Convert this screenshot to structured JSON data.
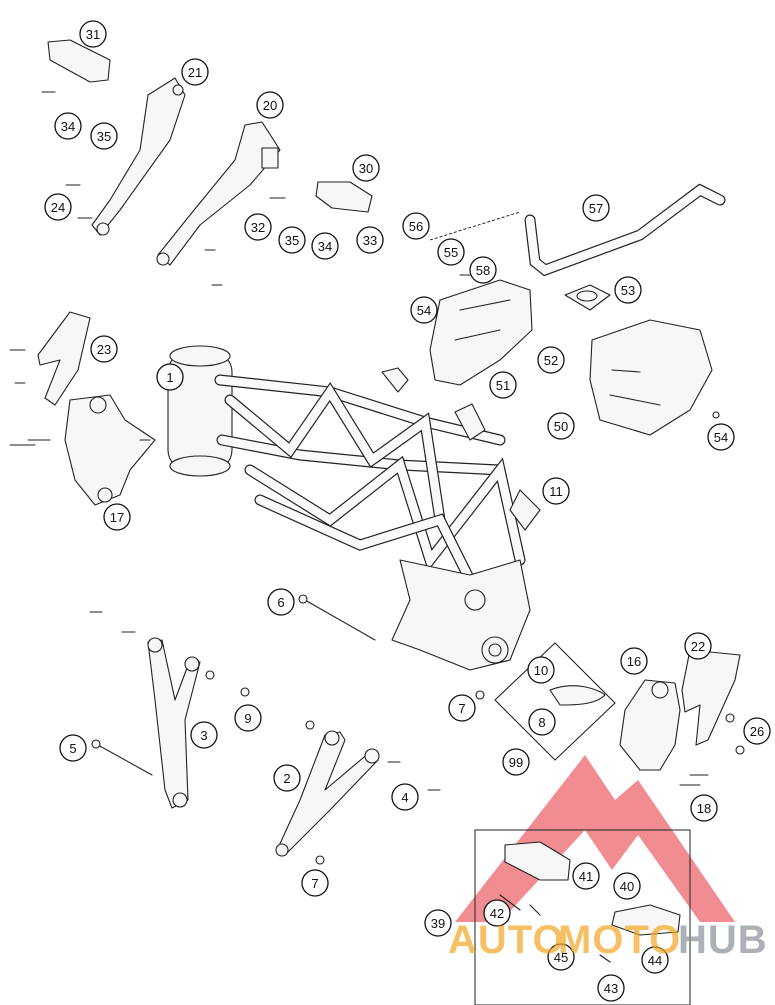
{
  "diagram": {
    "callouts": [
      {
        "id": "c31",
        "label": "31"
      },
      {
        "id": "c21",
        "label": "21"
      },
      {
        "id": "c34a",
        "label": "34"
      },
      {
        "id": "c35a",
        "label": "35"
      },
      {
        "id": "c24",
        "label": "24"
      },
      {
        "id": "c20",
        "label": "20"
      },
      {
        "id": "c30",
        "label": "30"
      },
      {
        "id": "c32",
        "label": "32"
      },
      {
        "id": "c35b",
        "label": "35"
      },
      {
        "id": "c34b",
        "label": "34"
      },
      {
        "id": "c33",
        "label": "33"
      },
      {
        "id": "c56",
        "label": "56"
      },
      {
        "id": "c55",
        "label": "55"
      },
      {
        "id": "c57",
        "label": "57"
      },
      {
        "id": "c58",
        "label": "58"
      },
      {
        "id": "c53",
        "label": "53"
      },
      {
        "id": "c54a",
        "label": "54"
      },
      {
        "id": "c52",
        "label": "52"
      },
      {
        "id": "c51",
        "label": "51"
      },
      {
        "id": "c50",
        "label": "50"
      },
      {
        "id": "c54b",
        "label": "54"
      },
      {
        "id": "c11",
        "label": "11"
      },
      {
        "id": "c23",
        "label": "23"
      },
      {
        "id": "c1",
        "label": "1"
      },
      {
        "id": "c17",
        "label": "17"
      },
      {
        "id": "c6",
        "label": "6"
      },
      {
        "id": "c10",
        "label": "10"
      },
      {
        "id": "c16",
        "label": "16"
      },
      {
        "id": "c22",
        "label": "22"
      },
      {
        "id": "c7a",
        "label": "7"
      },
      {
        "id": "c8",
        "label": "8"
      },
      {
        "id": "c9",
        "label": "9"
      },
      {
        "id": "c3",
        "label": "3"
      },
      {
        "id": "c5",
        "label": "5"
      },
      {
        "id": "c26",
        "label": "26"
      },
      {
        "id": "c99",
        "label": "99"
      },
      {
        "id": "c2",
        "label": "2"
      },
      {
        "id": "c4",
        "label": "4"
      },
      {
        "id": "c18",
        "label": "18"
      },
      {
        "id": "c7b",
        "label": "7"
      },
      {
        "id": "c41",
        "label": "41"
      },
      {
        "id": "c40",
        "label": "40"
      },
      {
        "id": "c39",
        "label": "39"
      },
      {
        "id": "c42",
        "label": "42"
      },
      {
        "id": "c45",
        "label": "45"
      },
      {
        "id": "c44",
        "label": "44"
      },
      {
        "id": "c43",
        "label": "43"
      }
    ]
  },
  "watermark": {
    "part1": "AUTO",
    "part2": "MOTO",
    "part3": "HUB",
    "color_red": "#e8404a",
    "color_orange": "#f5a623",
    "color_grey": "#8a8f99"
  }
}
